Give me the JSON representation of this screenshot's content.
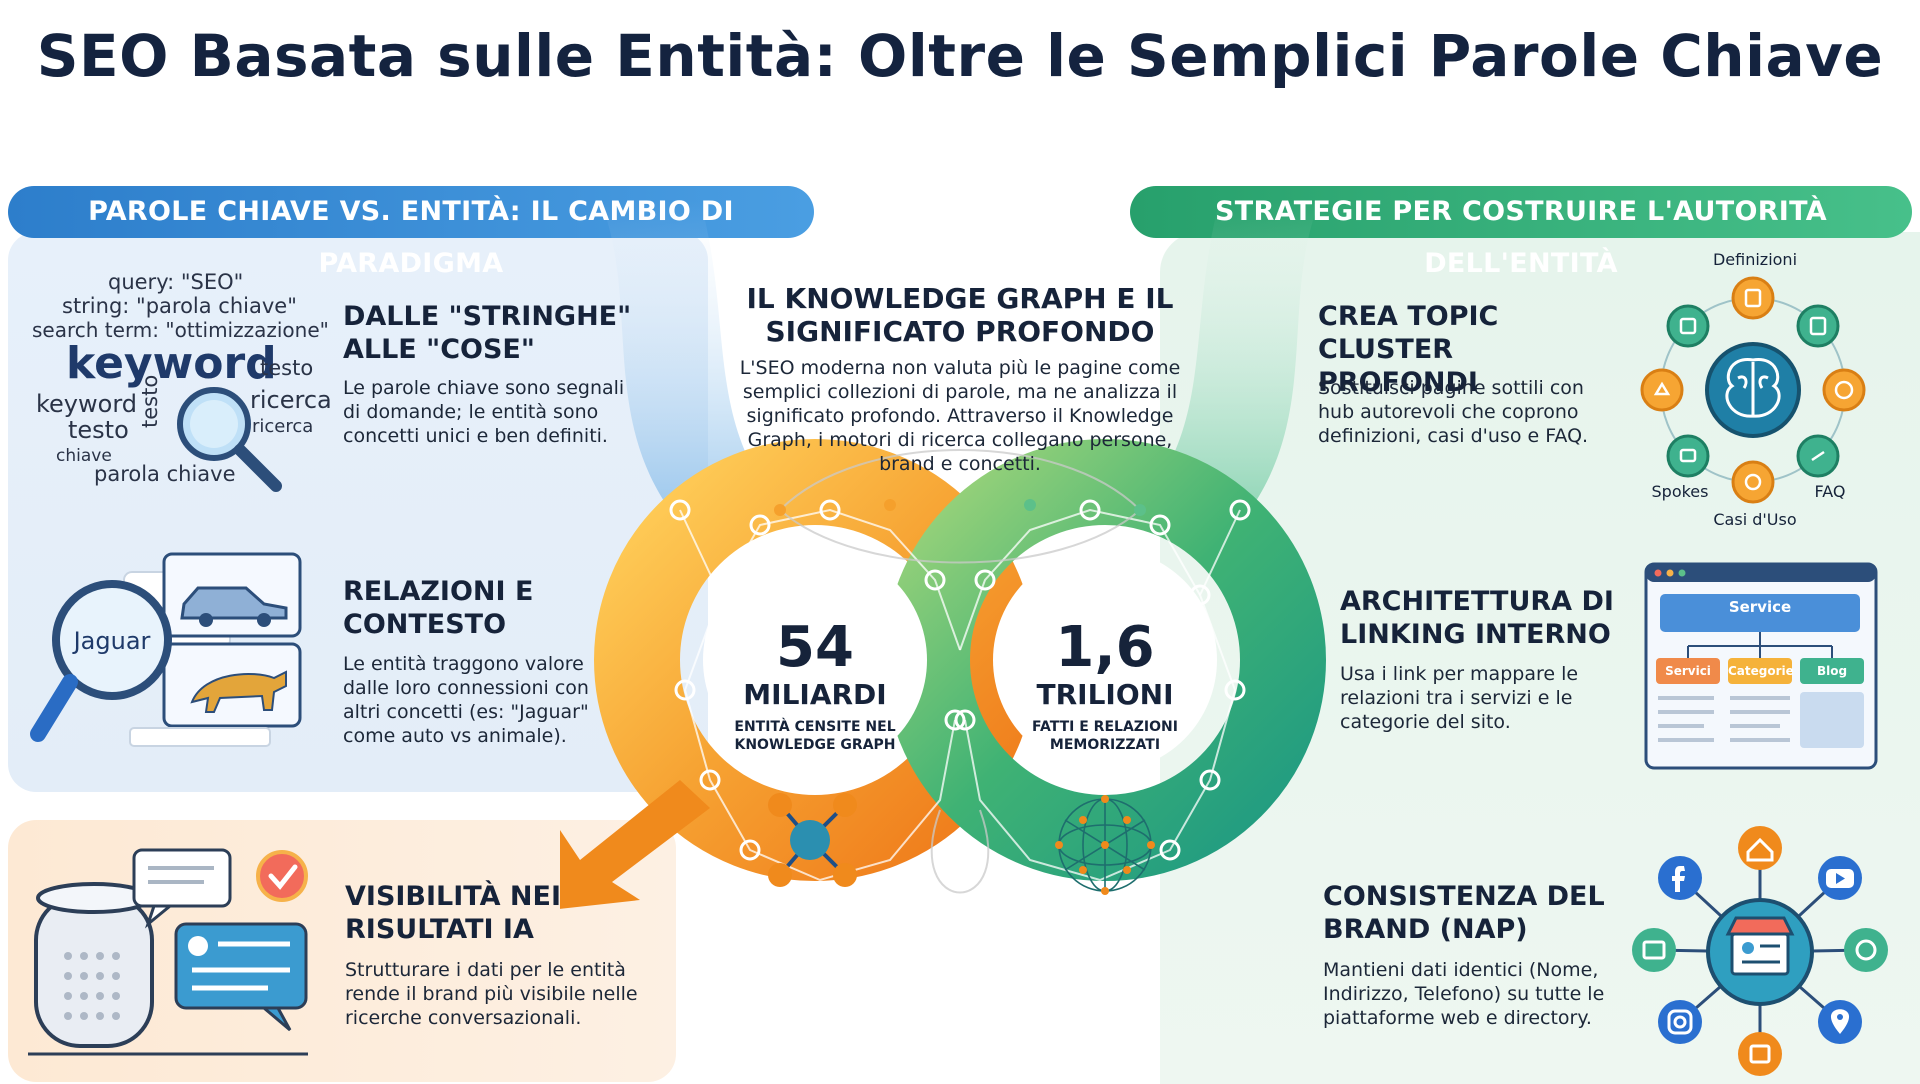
{
  "title": "SEO Basata sulle Entità: Oltre le Semplici Parole Chiave",
  "left_header": "PAROLE CHIAVE VS. ENTITÀ: IL CAMBIO DI PARADIGMA",
  "right_header": "STRATEGIE PER COSTRUIRE L'AUTORITÀ DELL'ENTITÀ",
  "word_cloud": {
    "query": "query: \"SEO\"",
    "string": "string: \"parola chiave\"",
    "search_term": "search term: \"ottimizzazione\"",
    "keyword_big": "keyword",
    "testo1": "testo",
    "keyword_mid": "keyword",
    "ricerca1": "ricerca",
    "testo2": "testo",
    "testo_vert": "testo",
    "ricerca2": "ricerca",
    "chiave": "chiave",
    "parola_chiave": "parola chiave"
  },
  "section_strings": {
    "title": "DALLE \"STRINGHE\" ALLE \"COSE\"",
    "body": "Le parole chiave sono segnali di domande; le entità sono concetti unici e ben definiti."
  },
  "section_relations": {
    "title": "RELAZIONI E CONTESTO",
    "body": "Le entità traggono valore dalle loro connessioni con altri concetti (es: \"Jaguar\" come auto vs animale).",
    "lens_label": "Jaguar"
  },
  "section_visibility": {
    "title": "VISIBILITÀ NEI RISULTATI IA",
    "body": "Strutturare i dati per le entità rende il brand più visibile nelle ricerche conversazionali."
  },
  "center": {
    "title": "IL KNOWLEDGE GRAPH E IL SIGNIFICATO PROFONDO",
    "body": "L'SEO moderna non valuta più le pagine come semplici collezioni di parole, ma ne analizza il significato profondo. Attraverso il Knowledge Graph, i motori di ricerca collegano persone, brand e concetti."
  },
  "stats": [
    {
      "value": "54",
      "unit": "MILIARDI",
      "caption": "ENTITÀ CENSITE NEL KNOWLEDGE GRAPH"
    },
    {
      "value": "1,6",
      "unit": "TRILIONI",
      "caption": "FATTI E RELAZIONI MEMORIZZATI"
    }
  ],
  "section_cluster": {
    "title": "CREA TOPIC CLUSTER PROFONDI",
    "body": "Sostituisci pagine sottili con hub autorevoli che coprono definizioni, casi d'uso e FAQ.",
    "labels": {
      "definizioni": "Definizioni",
      "spokes": "Spokes",
      "faq": "FAQ",
      "casi": "Casi d'Uso"
    }
  },
  "section_linking": {
    "title": "ARCHITETTURA DI LINKING INTERNO",
    "body": "Usa i link per mappare le relazioni tra i servizi e le categorie del sito.",
    "diagram": {
      "top": "Service",
      "a": "Servici",
      "b": "Categorie",
      "c": "Blog"
    }
  },
  "section_nap": {
    "title": "CONSISTENZA DEL BRAND (NAP)",
    "body": "Mantieni dati identici (Nome, Indirizzo, Telefono) su tutte le piattaforme web e directory."
  },
  "colors": {
    "blue": "#2d7ecb",
    "green": "#27a06c",
    "orange": "#f08a1c",
    "navy": "#16233a"
  },
  "icons": [
    "magnifier-icon",
    "car-icon",
    "jaguar-icon",
    "smart-speaker-icon",
    "chat-bubble-icon",
    "checkmark-icon",
    "brain-icon",
    "sitemap-icon",
    "store-icon",
    "facebook-icon",
    "youtube-icon",
    "instagram-icon",
    "location-pin-icon",
    "home-icon",
    "molecule-icon",
    "network-sphere-icon"
  ]
}
